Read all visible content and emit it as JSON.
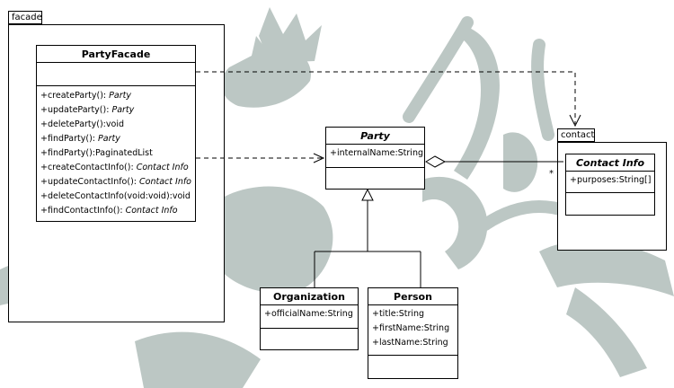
{
  "colors": {
    "watermark": "#bcc7c4",
    "line": "#000000",
    "background": "#ffffff"
  },
  "packages": {
    "facade": {
      "name": "facade"
    },
    "contact": {
      "name": "contact"
    }
  },
  "classes": {
    "party_facade": {
      "name": "PartyFacade",
      "operations": [
        {
          "sig": "+createParty():",
          "ret": "Party"
        },
        {
          "sig": "+updateParty():",
          "ret": "Party"
        },
        {
          "sig": "+deleteParty():void",
          "ret": ""
        },
        {
          "sig": "+findParty():",
          "ret": "Party"
        },
        {
          "sig": "+findParty():PaginatedList",
          "ret": ""
        },
        {
          "sig": "+createContactInfo():",
          "ret": "Contact Info"
        },
        {
          "sig": "+updateContactInfo():",
          "ret": "Contact Info"
        },
        {
          "sig": "+deleteContactInfo(void:void):void",
          "ret": ""
        },
        {
          "sig": "+findContactInfo():",
          "ret": "Contact Info"
        }
      ]
    },
    "party": {
      "name": "Party",
      "attributes": [
        "+internalName:String"
      ]
    },
    "contact_info": {
      "name": "Contact Info",
      "attributes": [
        "+purposes:String[]"
      ]
    },
    "organization": {
      "name": "Organization",
      "attributes": [
        "+officialName:String"
      ]
    },
    "person": {
      "name": "Person",
      "attributes": [
        "+title:String",
        "+firstName:String",
        "+lastName:String"
      ]
    }
  },
  "multiplicity": "*"
}
